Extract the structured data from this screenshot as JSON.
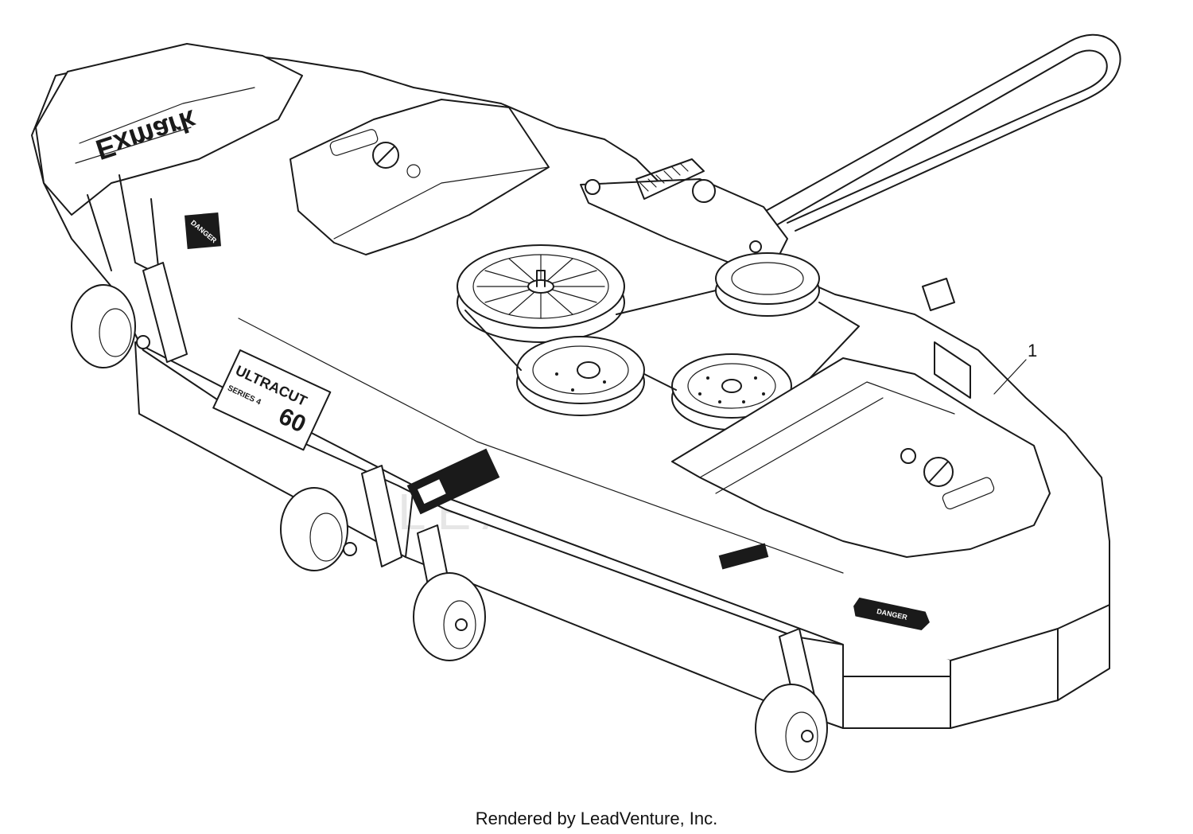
{
  "diagram": {
    "callouts": [
      {
        "label": "1"
      }
    ],
    "deck_badge": {
      "brand": "ULTRACUT",
      "size": "60",
      "series": "SERIES 4"
    },
    "logo_text": "Exmark",
    "decal_labels": [
      "DANGER",
      "DANGER"
    ],
    "watermark": "LEADVENTURE",
    "footer_credit": "Rendered by LeadVenture, Inc."
  }
}
